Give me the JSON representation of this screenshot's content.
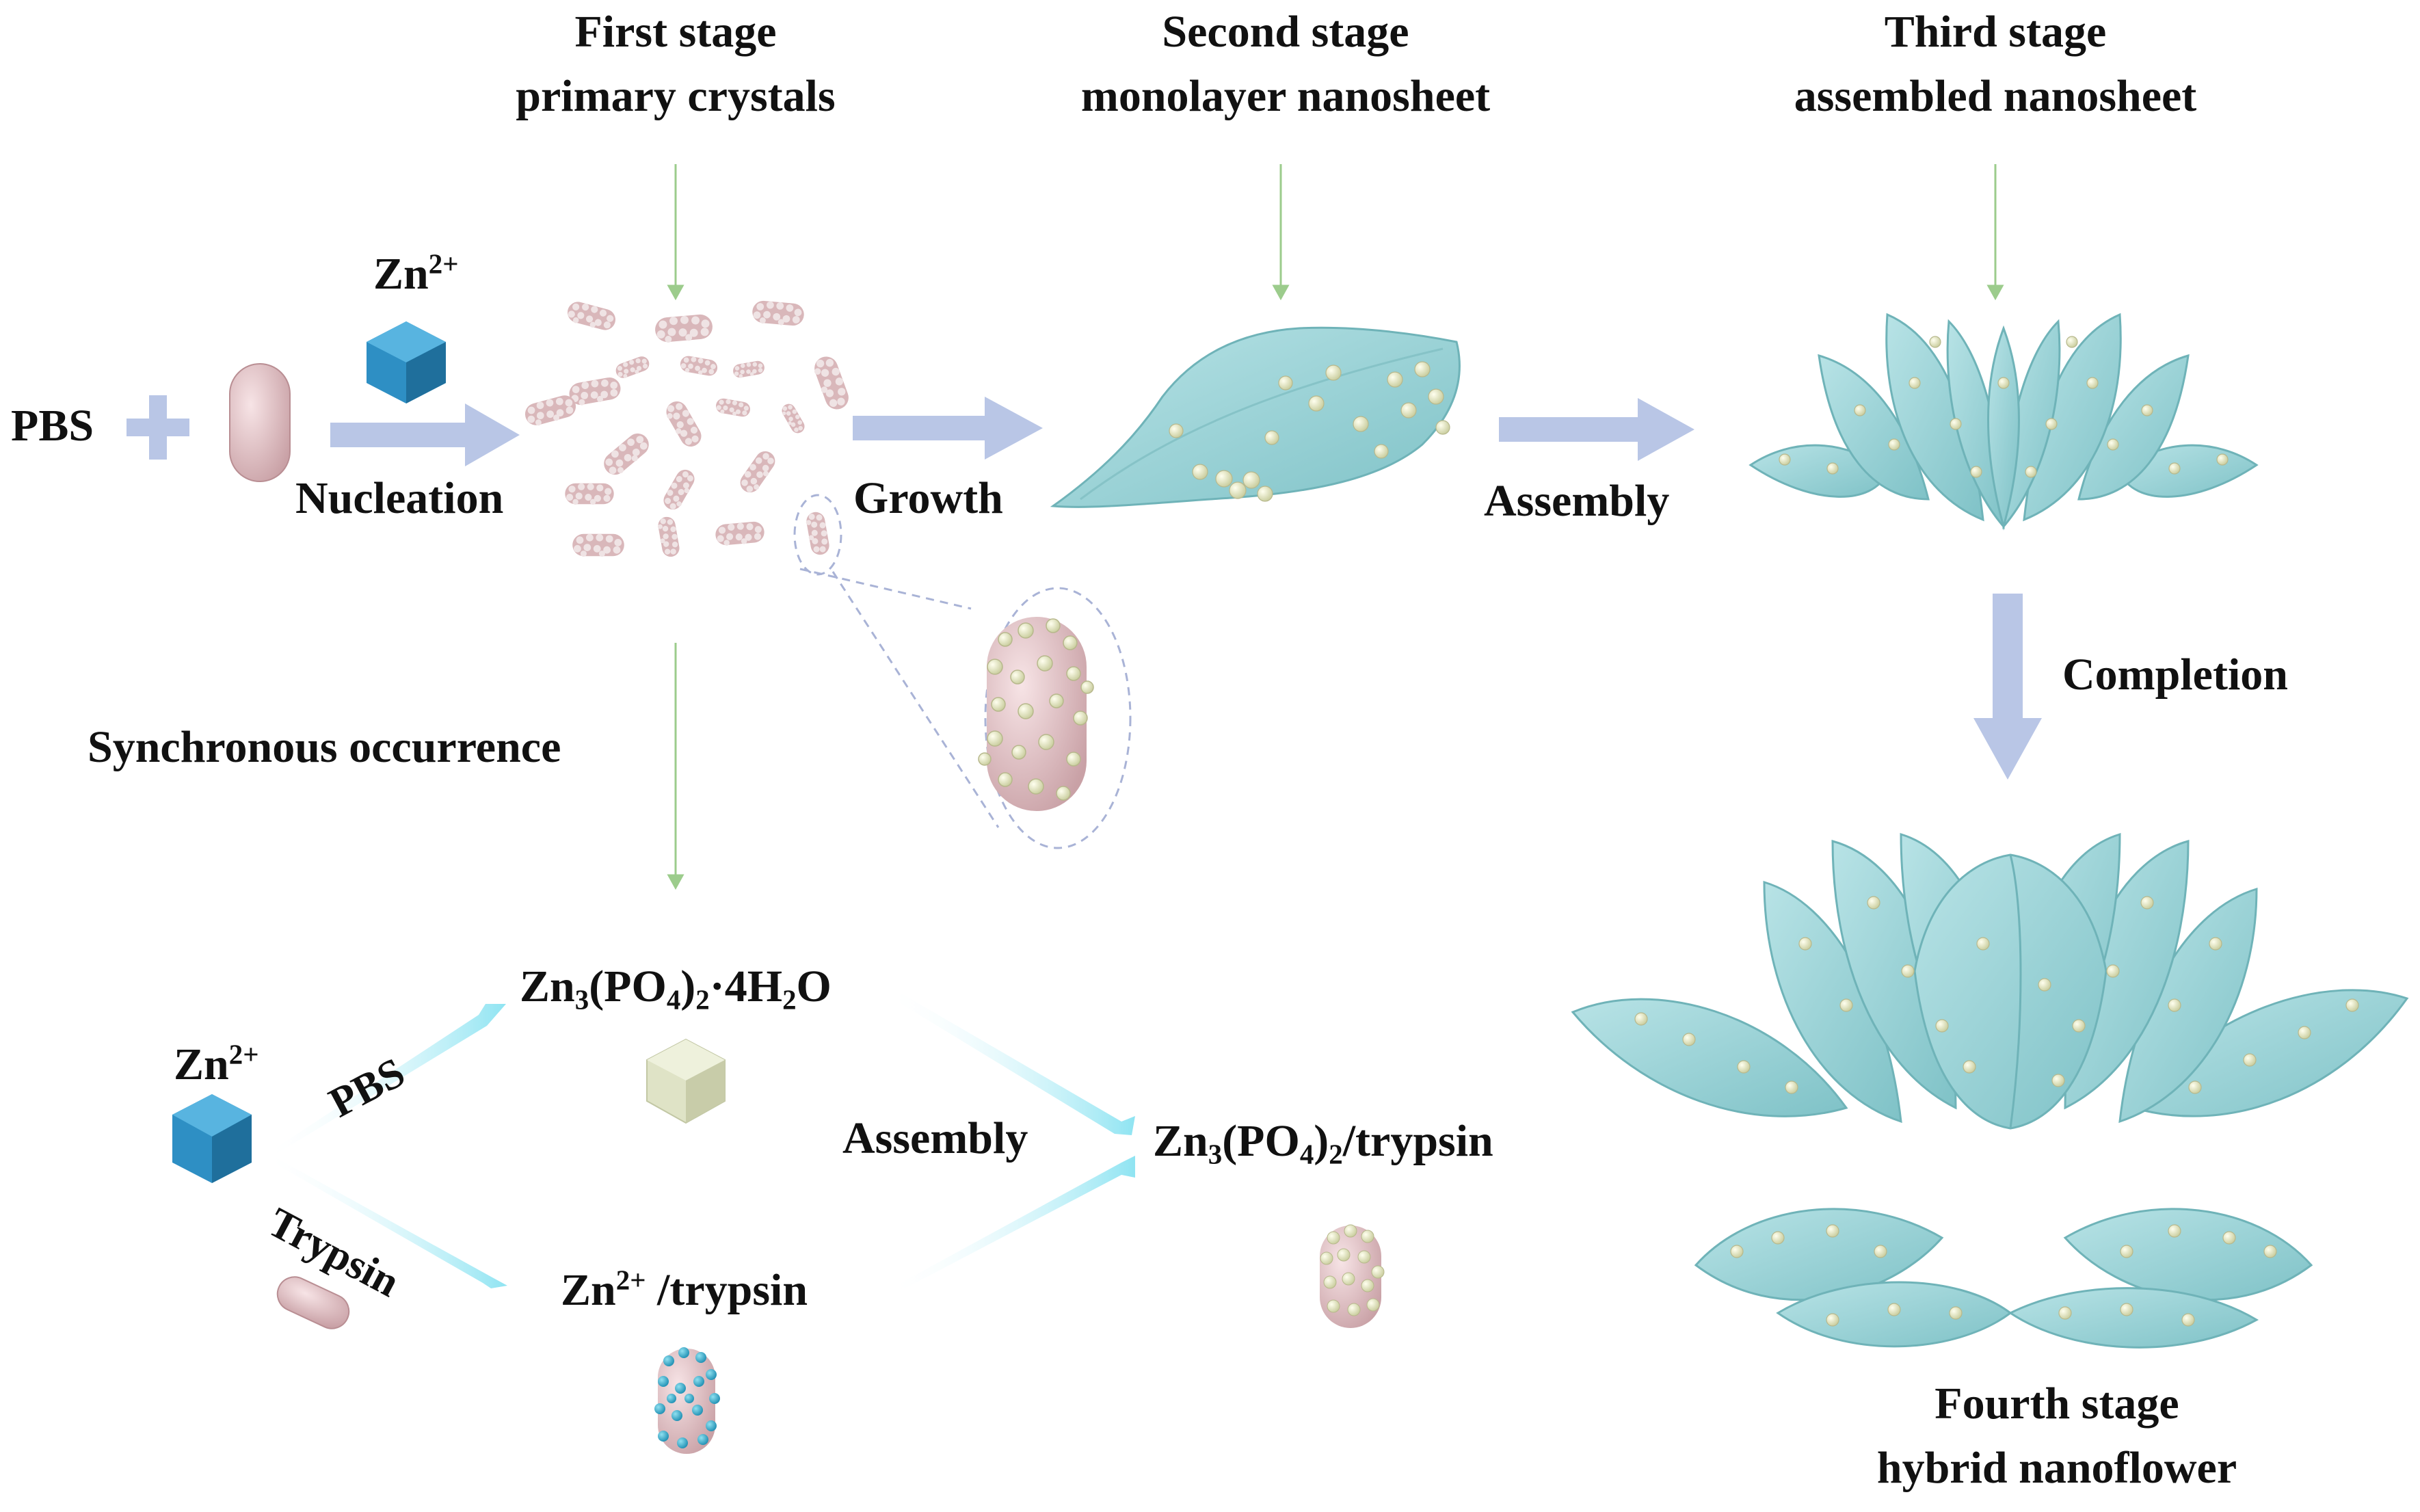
{
  "stages": {
    "first": {
      "title": "First stage",
      "subtitle": "primary crystals"
    },
    "second": {
      "title": "Second stage",
      "subtitle": "monolayer nanosheet"
    },
    "third": {
      "title": "Third stage",
      "subtitle": "assembled nanosheet"
    },
    "fourth": {
      "title": "Fourth stage",
      "subtitle": "hybrid nanoflower"
    }
  },
  "top_row": {
    "pbs": "PBS",
    "zn_base": "Zn",
    "zn_charge": "2+",
    "nucleation": "Nucleation",
    "growth": "Growth",
    "assembly": "Assembly",
    "completion": "Completion",
    "synchronous": "Synchronous occurrence"
  },
  "bottom_row": {
    "zn_base": "Zn",
    "zn_charge": "2+",
    "pbs": "PBS",
    "trypsin": "Trypsin",
    "hydrate": {
      "a": "Zn",
      "b": "3",
      "c": "(PO",
      "d": "4",
      "e": ")",
      "f": "2",
      "g": "·4H",
      "h": "2",
      "i": "O"
    },
    "zn_trypsin": {
      "a": "Zn",
      "b": "2+",
      "c": " /trypsin"
    },
    "assembly": "Assembly",
    "product": {
      "a": "Zn",
      "b": "3",
      "c": "(PO",
      "d": "4",
      "e": ")",
      "f": "2",
      "g": "/trypsin"
    }
  },
  "colors": {
    "arrow": "#b9c6e6",
    "green_pointer": "#9ccc8c",
    "petal": "#9fd4d8",
    "petal_edge": "#6fb3b8",
    "rod": "#e6c3c6",
    "bead": "#eef0c8",
    "hexagon": "#2e8fc4",
    "icosa": "#dfe3c6"
  }
}
